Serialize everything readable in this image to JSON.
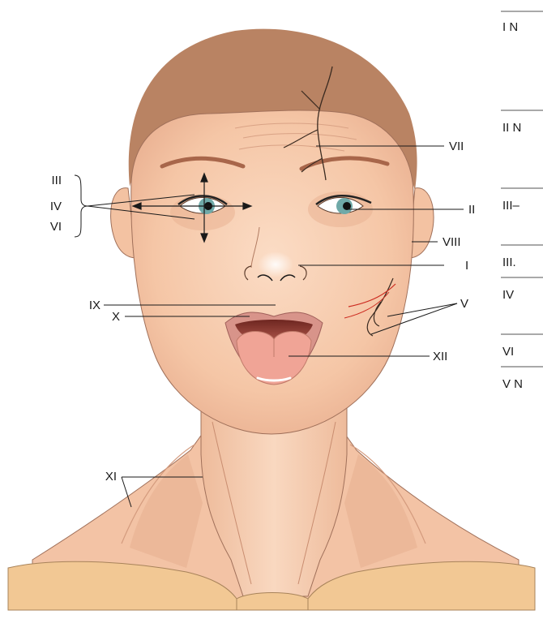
{
  "labels": {
    "I": "I",
    "II": "II",
    "III": "III",
    "IV": "IV",
    "V": "V",
    "VI": "VI",
    "VII": "VII",
    "VIII": "VIII",
    "IX": "IX",
    "X": "X",
    "XI": "XI",
    "XII": "XII"
  },
  "side_panel": {
    "rows": [
      "I N",
      "II N",
      "III–",
      "III.",
      "IV",
      "VI",
      "V N"
    ]
  },
  "colors": {
    "skin": "#f7cfb2",
    "skin_shade": "#e8b08f",
    "hair": "#b98363",
    "brow": "#a8664a",
    "lips": "#d8948a",
    "mouth_inside": "#8a3b33",
    "tongue": "#f0a496",
    "clavicle": "#f2c894",
    "iris": "#6fa9a8",
    "nerve_red": "#cc2a1f"
  }
}
